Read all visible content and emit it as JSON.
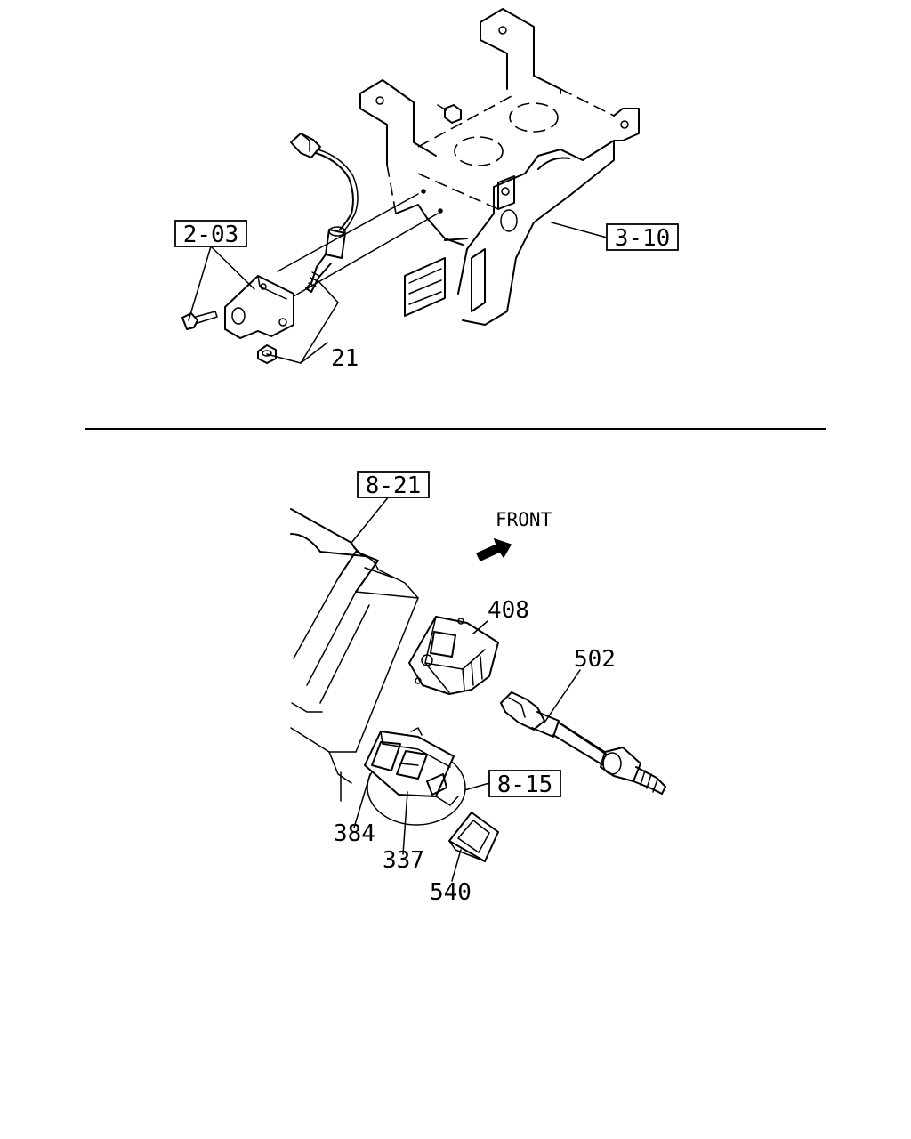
{
  "upper_diagram": {
    "callouts": {
      "ref_2_03": "2-03",
      "ref_3_10": "3-10",
      "part_21": "21"
    }
  },
  "lower_diagram": {
    "front_label": "FRONT",
    "callouts": {
      "ref_8_21": "8-21",
      "ref_8_15": "8-15",
      "part_408": "408",
      "part_502": "502",
      "part_384": "384",
      "part_337": "337",
      "part_540": "540"
    }
  }
}
